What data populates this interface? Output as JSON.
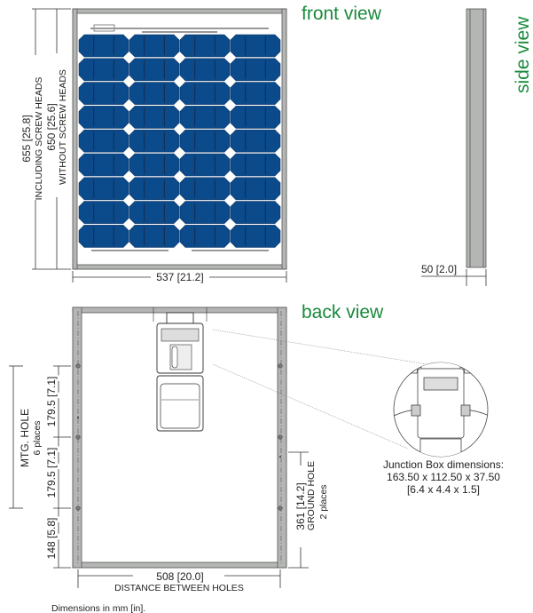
{
  "views": {
    "front": "front view",
    "side": "side view",
    "back": "back view"
  },
  "front_dims": {
    "height_incl": "655 [25.8]",
    "height_incl_note": "INCLUDING SCREW HEADS",
    "height_excl": "650 [25.6]",
    "height_excl_note": "WITHOUT SCREW HEADS",
    "width": "537 [21.2]"
  },
  "side_dims": {
    "depth": "50 [2.0]"
  },
  "back_dims": {
    "mtg_hole": "MTG. HOLE",
    "mtg_places": "6 places",
    "spacing_top": "179.5 [7.1]",
    "spacing_mid": "179.5 [7.1]",
    "bottom_offset": "148 [5.8]",
    "ground_dist": "361 [14.2]",
    "ground_hole": "GROUND HOLE",
    "ground_places": "2 places",
    "hole_distance": "508 [20.0]",
    "hole_distance_note": "DISTANCE BETWEEN HOLES"
  },
  "junction_box": {
    "title": "Junction Box dimensions:",
    "mm": "163.50 x 112.50 x 37.50",
    "inches": "[6.4 x 4.4 x 1.5]"
  },
  "footnote": "Dimensions in mm [in].",
  "cells": {
    "columns": 4,
    "rows": 9
  },
  "colors": {
    "cell": "#0b4a8b",
    "label": "#1b8a3c",
    "frame": "#b4b6b4"
  }
}
